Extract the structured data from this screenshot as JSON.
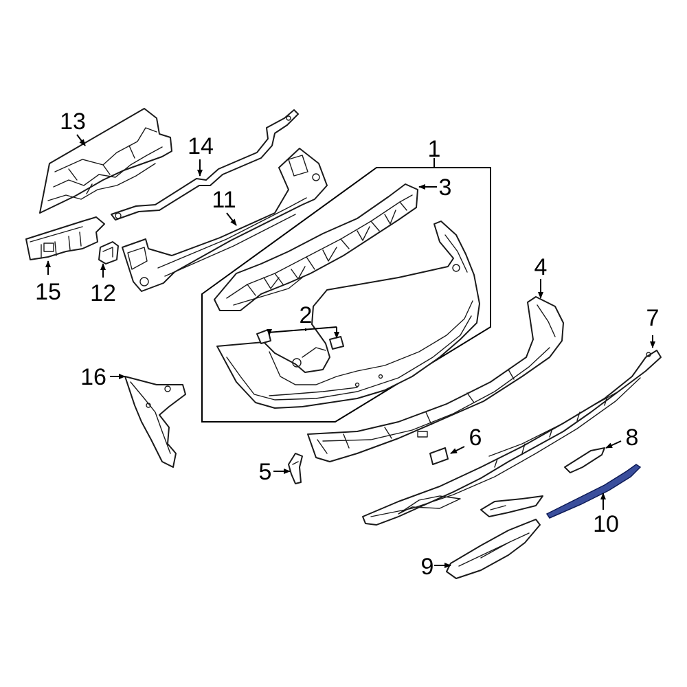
{
  "diagram": {
    "callouts": [
      "1",
      "2",
      "3",
      "4",
      "5",
      "6",
      "7",
      "8",
      "9",
      "10",
      "11",
      "12",
      "13",
      "14",
      "15",
      "16"
    ],
    "highlight_color": "#3a4e9c",
    "line_color": "#000000",
    "background": "#ffffff"
  }
}
